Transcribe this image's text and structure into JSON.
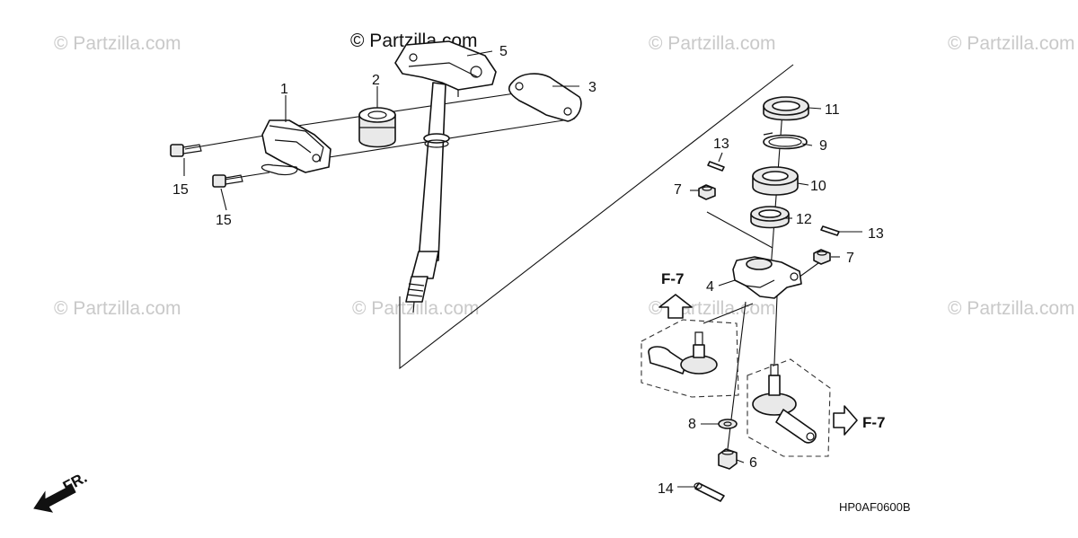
{
  "watermarks": {
    "primary": "© Partzilla.com",
    "repeat": "© Partzilla.com"
  },
  "callouts": [
    "1",
    "2",
    "3",
    "4",
    "5",
    "6",
    "7",
    "7",
    "8",
    "9",
    "10",
    "11",
    "12",
    "13",
    "13",
    "14",
    "15",
    "15"
  ],
  "refs": {
    "f7_left": "F-7",
    "f7_right": "F-7",
    "front": "FR."
  },
  "diagram_code": "HP0AF0600B"
}
